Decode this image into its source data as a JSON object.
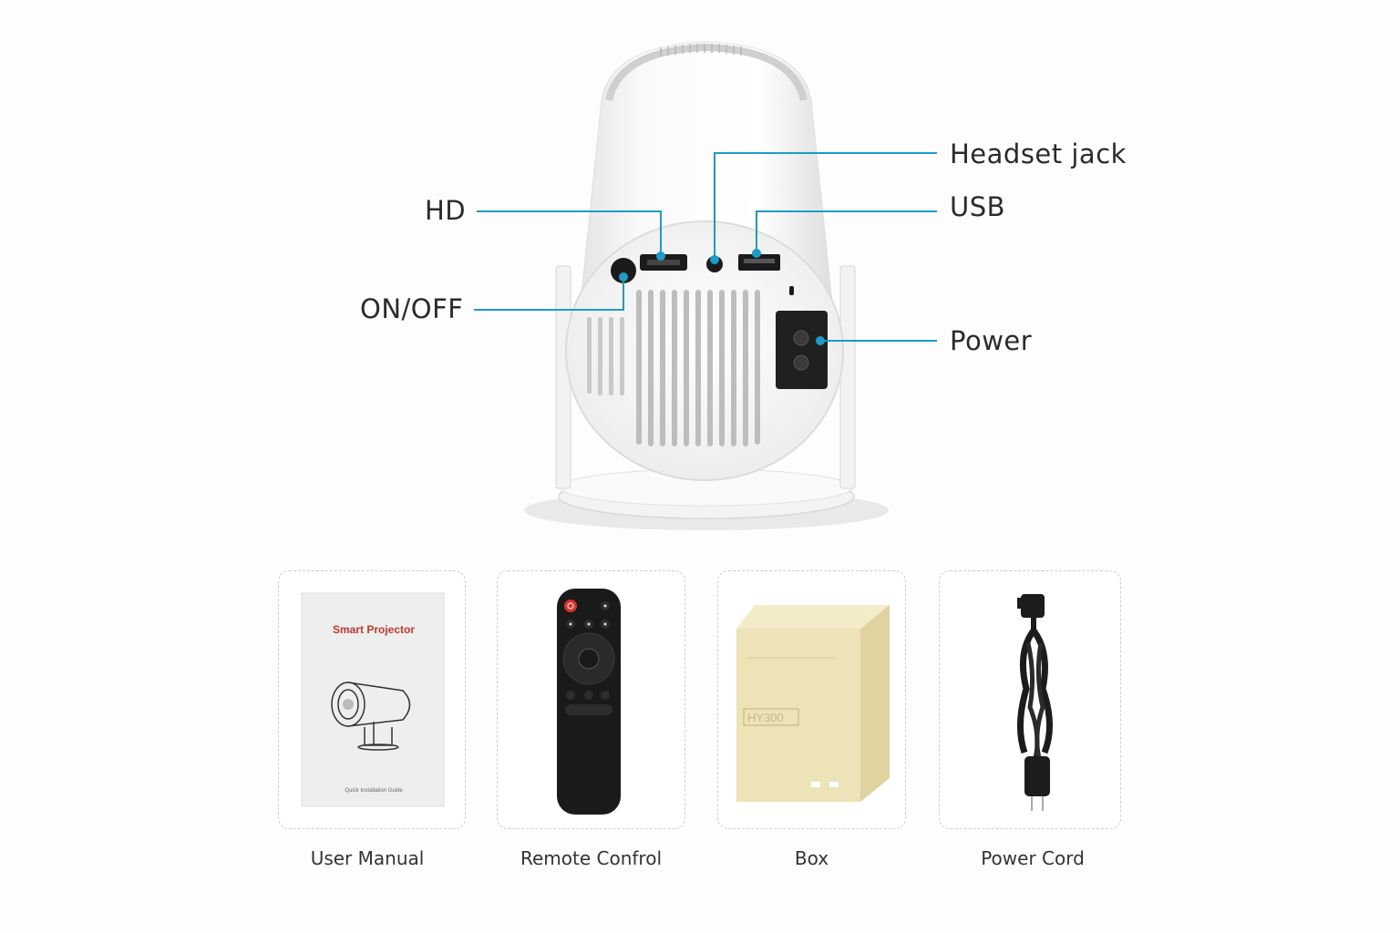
{
  "callouts": {
    "headset": "Headset jack",
    "usb": "USB",
    "hd": "HD",
    "onoff": "ON/OFF",
    "power": "Power"
  },
  "items": [
    {
      "icon": "user-manual-icon",
      "label": "User Manual"
    },
    {
      "icon": "remote-control-icon",
      "label": "Remote Confrol"
    },
    {
      "icon": "box-icon",
      "label": "Box"
    },
    {
      "icon": "power-cord-icon",
      "label": "Power Cord"
    }
  ],
  "booklet": {
    "title": "Smart Projector",
    "footer": "Quick Installation Guide"
  },
  "box_print": {
    "model": "HY300"
  },
  "colors": {
    "callout_line": "#1e9bc7",
    "background": "#fdfdfd",
    "remote": "#1a1a1a",
    "box": "#ede3b8",
    "booklet_accent": "#c0392b"
  }
}
